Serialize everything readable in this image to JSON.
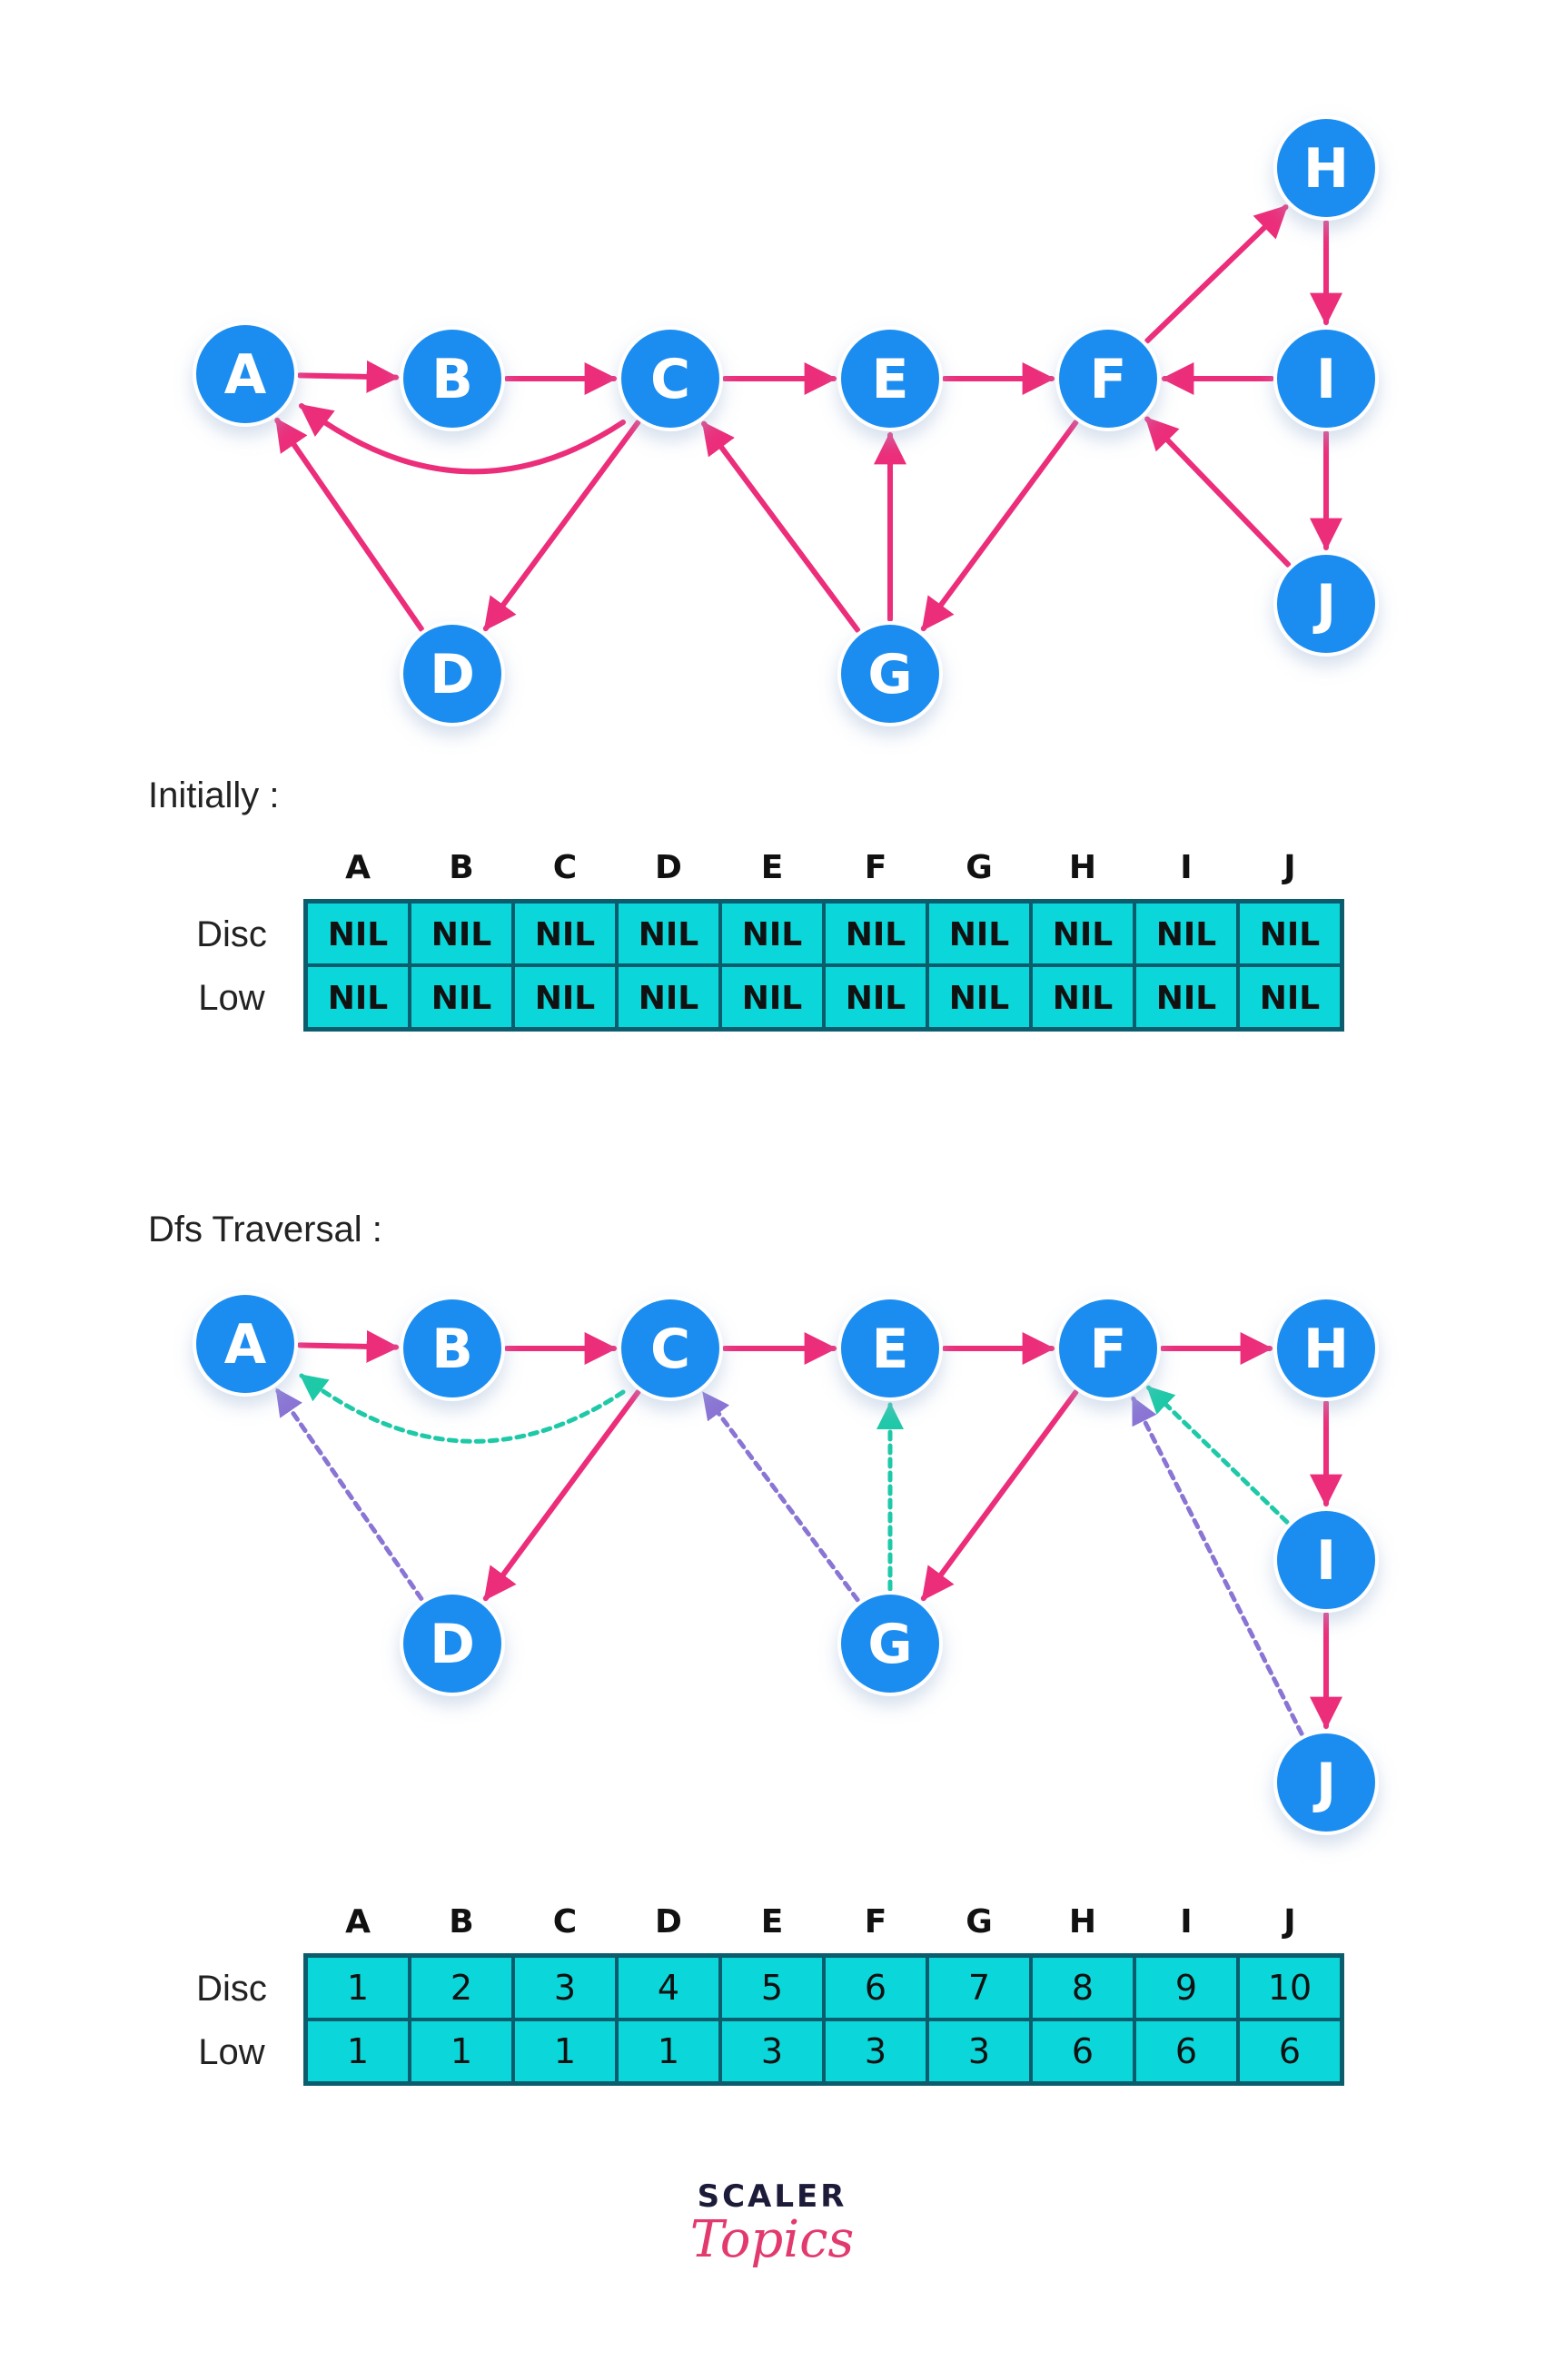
{
  "colors": {
    "node_fill": "#1e8df0",
    "node_stroke": "#ffffff",
    "tree_edge": "#ec2d7a",
    "back_edge_teal": "#1ec9a8",
    "back_edge_purple": "#8a74d4",
    "cell_fill": "#0bd6d9",
    "cell_border": "#0b5d6e",
    "brand_pink": "#e23a6e"
  },
  "graph1": {
    "nodes": [
      "A",
      "B",
      "C",
      "D",
      "E",
      "F",
      "G",
      "H",
      "I",
      "J"
    ],
    "edges": [
      {
        "from": "A",
        "to": "B",
        "style": "solid"
      },
      {
        "from": "B",
        "to": "C",
        "style": "solid"
      },
      {
        "from": "C",
        "to": "E",
        "style": "solid"
      },
      {
        "from": "E",
        "to": "F",
        "style": "solid"
      },
      {
        "from": "C",
        "to": "A",
        "style": "solid-curve"
      },
      {
        "from": "C",
        "to": "D",
        "style": "solid"
      },
      {
        "from": "D",
        "to": "A",
        "style": "solid"
      },
      {
        "from": "G",
        "to": "C",
        "style": "solid"
      },
      {
        "from": "G",
        "to": "E",
        "style": "solid"
      },
      {
        "from": "F",
        "to": "G",
        "style": "solid"
      },
      {
        "from": "F",
        "to": "H",
        "style": "solid"
      },
      {
        "from": "H",
        "to": "I",
        "style": "solid"
      },
      {
        "from": "I",
        "to": "F",
        "style": "solid"
      },
      {
        "from": "I",
        "to": "J",
        "style": "solid"
      },
      {
        "from": "J",
        "to": "F",
        "style": "solid"
      }
    ]
  },
  "section_initial": {
    "label": "Initially :",
    "columns": [
      "A",
      "B",
      "C",
      "D",
      "E",
      "F",
      "G",
      "H",
      "I",
      "J"
    ],
    "rows": [
      {
        "name": "Disc",
        "values": [
          "NIL",
          "NIL",
          "NIL",
          "NIL",
          "NIL",
          "NIL",
          "NIL",
          "NIL",
          "NIL",
          "NIL"
        ]
      },
      {
        "name": "Low",
        "values": [
          "NIL",
          "NIL",
          "NIL",
          "NIL",
          "NIL",
          "NIL",
          "NIL",
          "NIL",
          "NIL",
          "NIL"
        ]
      }
    ]
  },
  "section_dfs": {
    "label": "Dfs Traversal :",
    "nodes": [
      "A",
      "B",
      "C",
      "D",
      "E",
      "F",
      "G",
      "H",
      "I",
      "J"
    ],
    "edges": [
      {
        "from": "A",
        "to": "B",
        "style": "tree"
      },
      {
        "from": "B",
        "to": "C",
        "style": "tree"
      },
      {
        "from": "C",
        "to": "E",
        "style": "tree"
      },
      {
        "from": "E",
        "to": "F",
        "style": "tree"
      },
      {
        "from": "F",
        "to": "H",
        "style": "tree"
      },
      {
        "from": "H",
        "to": "I",
        "style": "tree"
      },
      {
        "from": "I",
        "to": "J",
        "style": "tree"
      },
      {
        "from": "C",
        "to": "D",
        "style": "tree"
      },
      {
        "from": "F",
        "to": "G",
        "style": "tree"
      },
      {
        "from": "C",
        "to": "A",
        "style": "back-teal-curve"
      },
      {
        "from": "D",
        "to": "A",
        "style": "back-purple"
      },
      {
        "from": "G",
        "to": "C",
        "style": "back-purple"
      },
      {
        "from": "G",
        "to": "E",
        "style": "back-teal"
      },
      {
        "from": "I",
        "to": "F",
        "style": "back-teal"
      },
      {
        "from": "J",
        "to": "F",
        "style": "back-purple"
      }
    ],
    "columns": [
      "A",
      "B",
      "C",
      "D",
      "E",
      "F",
      "G",
      "H",
      "I",
      "J"
    ],
    "rows": [
      {
        "name": "Disc",
        "values": [
          "1",
          "2",
          "3",
          "4",
          "5",
          "6",
          "7",
          "8",
          "9",
          "10"
        ]
      },
      {
        "name": "Low",
        "values": [
          "1",
          "1",
          "1",
          "1",
          "3",
          "3",
          "3",
          "6",
          "6",
          "6"
        ]
      }
    ]
  },
  "brand": {
    "top": "SCALER",
    "bottom": "Topics"
  }
}
